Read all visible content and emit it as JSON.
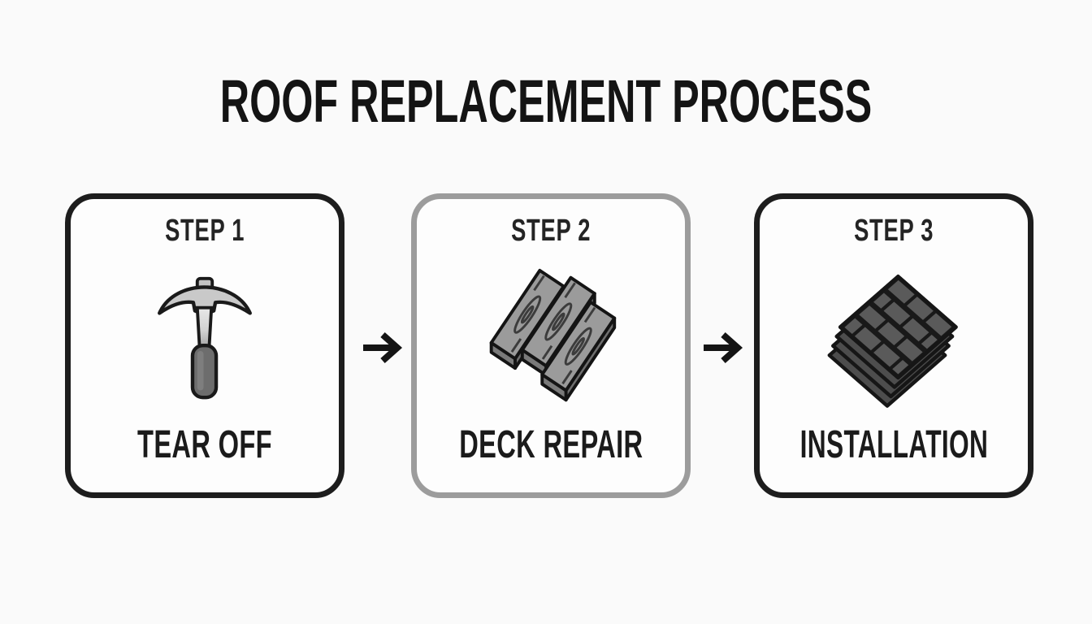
{
  "title": "ROOF REPLACEMENT PROCESS",
  "steps": [
    {
      "step_label": "STEP 1",
      "name": "TEAR OFF",
      "icon": "pickaxe-icon",
      "border_color": "#1d1d1d"
    },
    {
      "step_label": "STEP 2",
      "name": "DECK REPAIR",
      "icon": "wood-planks-icon",
      "border_color": "#9c9c9c"
    },
    {
      "step_label": "STEP 3",
      "name": "INSTALLATION",
      "icon": "shingles-icon",
      "border_color": "#1d1d1d"
    }
  ],
  "arrow": {
    "glyph": "→",
    "color": "#141414"
  },
  "colors": {
    "page_background": "#fafafa",
    "card_background": "#fdfdfd",
    "border_dark": "#1d1d1d",
    "border_gray": "#9c9c9c",
    "text": "#1b1b1b",
    "icon_light_gray": "#c9c9c9",
    "icon_mid_gray": "#9b9b9b",
    "icon_dark_gray": "#555555",
    "icon_outline": "#161616"
  }
}
